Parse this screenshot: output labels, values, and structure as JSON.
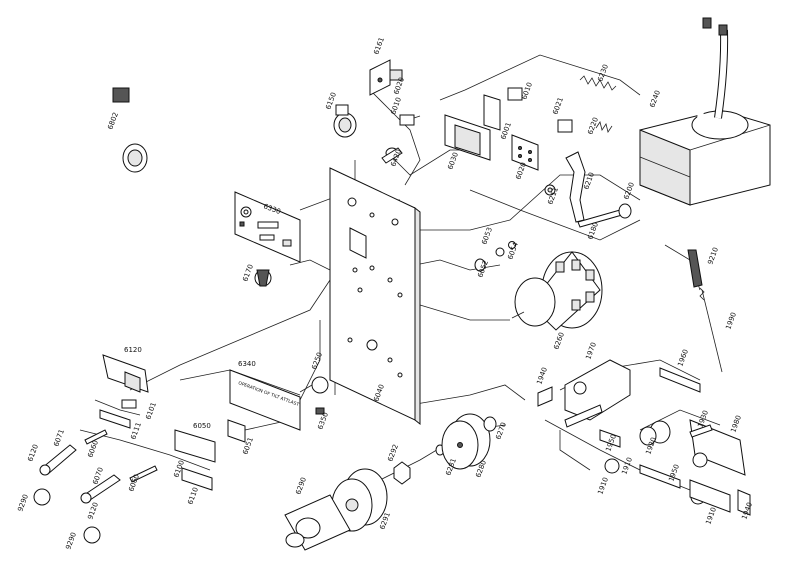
{
  "diagram": {
    "part_labels": [
      {
        "id": "6802"
      },
      {
        "id": "6161"
      },
      {
        "id": "6150"
      },
      {
        "id": "6020"
      },
      {
        "id": "6010"
      },
      {
        "id": "6420"
      },
      {
        "id": "6330"
      },
      {
        "id": "6170"
      },
      {
        "id": "6010b",
        "text": "6010"
      },
      {
        "id": "6001"
      },
      {
        "id": "6030"
      },
      {
        "id": "6021"
      },
      {
        "id": "6020b",
        "text": "6020"
      },
      {
        "id": "6230"
      },
      {
        "id": "6220"
      },
      {
        "id": "6211"
      },
      {
        "id": "6210"
      },
      {
        "id": "6200"
      },
      {
        "id": "6180"
      },
      {
        "id": "6240"
      },
      {
        "id": "6053"
      },
      {
        "id": "6054"
      },
      {
        "id": "6052"
      },
      {
        "id": "6260"
      },
      {
        "id": "9210"
      },
      {
        "id": "1990"
      },
      {
        "id": "6120"
      },
      {
        "id": "6101"
      },
      {
        "id": "6111"
      },
      {
        "id": "6340"
      },
      {
        "id": "6250"
      },
      {
        "id": "6040"
      },
      {
        "id": "6350"
      },
      {
        "id": "6050"
      },
      {
        "id": "6051"
      },
      {
        "id": "6120b",
        "text": "6120"
      },
      {
        "id": "6071"
      },
      {
        "id": "6060"
      },
      {
        "id": "6100"
      },
      {
        "id": "6060b",
        "text": "6060"
      },
      {
        "id": "6070"
      },
      {
        "id": "6110"
      },
      {
        "id": "9290"
      },
      {
        "id": "9120"
      },
      {
        "id": "9290b",
        "text": "9290"
      },
      {
        "id": "6292"
      },
      {
        "id": "6270"
      },
      {
        "id": "6281"
      },
      {
        "id": "6280"
      },
      {
        "id": "6290"
      },
      {
        "id": "6291"
      },
      {
        "id": "1970"
      },
      {
        "id": "1960"
      },
      {
        "id": "1940"
      },
      {
        "id": "1930"
      },
      {
        "id": "1980"
      },
      {
        "id": "1950"
      },
      {
        "id": "1920"
      },
      {
        "id": "1910"
      },
      {
        "id": "1950b",
        "text": "1950"
      },
      {
        "id": "1910b",
        "text": "1910"
      },
      {
        "id": "1910c",
        "text": "1910"
      },
      {
        "id": "1940b",
        "text": "1940"
      }
    ],
    "plate_text": "OPERATION OF TILT ATTLAST"
  }
}
